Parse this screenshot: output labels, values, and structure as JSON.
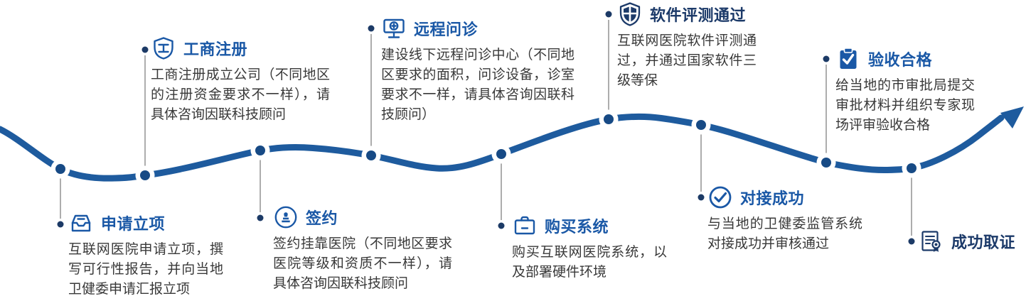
{
  "diagram": {
    "type": "process-timeline",
    "colors": {
      "curve": "#1E5B9E",
      "dot_core": "#174A85",
      "stem": "#ADADAD",
      "stem_dot": "#1C3A66",
      "title_blue": "#1A58A6",
      "title_navy": "#1C3A69",
      "description": "#383838",
      "background": "#FFFFFF"
    },
    "milestones": [
      {
        "title": "申请立项",
        "description": "互联网医院申请立项，撰写可行性报告，并向当地卫健委申请汇报立项",
        "icon": "inbox-icon",
        "position": "bottom",
        "accent": "blue"
      },
      {
        "title": "工商注册",
        "description": "工商注册成立公司（不同地区的注册资金要求不一样），请具体咨询因联科技顾问",
        "icon": "shield-business-icon",
        "position": "top",
        "accent": "blue"
      },
      {
        "title": "签约",
        "description": "签约挂靠医院（不同地区要求医院等级和资质不一样），请具体咨询因联科技顾问",
        "icon": "seal-icon",
        "position": "bottom",
        "accent": "blue"
      },
      {
        "title": "远程问诊",
        "description": "建设线下远程问诊中心（不同地区要求的面积，问诊设备，诊室要求不一样，请具体咨询因联科技顾问）",
        "icon": "monitor-medical-icon",
        "position": "top",
        "accent": "blue"
      },
      {
        "title": "购买系统",
        "description": "购买互联网医院系统，以及部署硬件环境",
        "icon": "briefcase-icon",
        "position": "bottom",
        "accent": "blue"
      },
      {
        "title": "软件评测通过",
        "description": "互联网医院软件评测通过，并通过国家软件三级等保",
        "icon": "shield-cross-icon",
        "position": "top",
        "accent": "navy"
      },
      {
        "title": "对接成功",
        "description": "与当地的卫健委监管系统对接成功并审核通过",
        "icon": "circle-check-icon",
        "position": "bottom",
        "accent": "blue"
      },
      {
        "title": "验收合格",
        "description": "给当地的市审批局提交审批材料并组织专家现场评审验收合格",
        "icon": "clipboard-check-icon",
        "position": "top",
        "accent": "blue"
      },
      {
        "title": "成功取证",
        "description": "",
        "icon": "certificate-icon",
        "position": "bottom",
        "accent": "navy"
      }
    ]
  }
}
